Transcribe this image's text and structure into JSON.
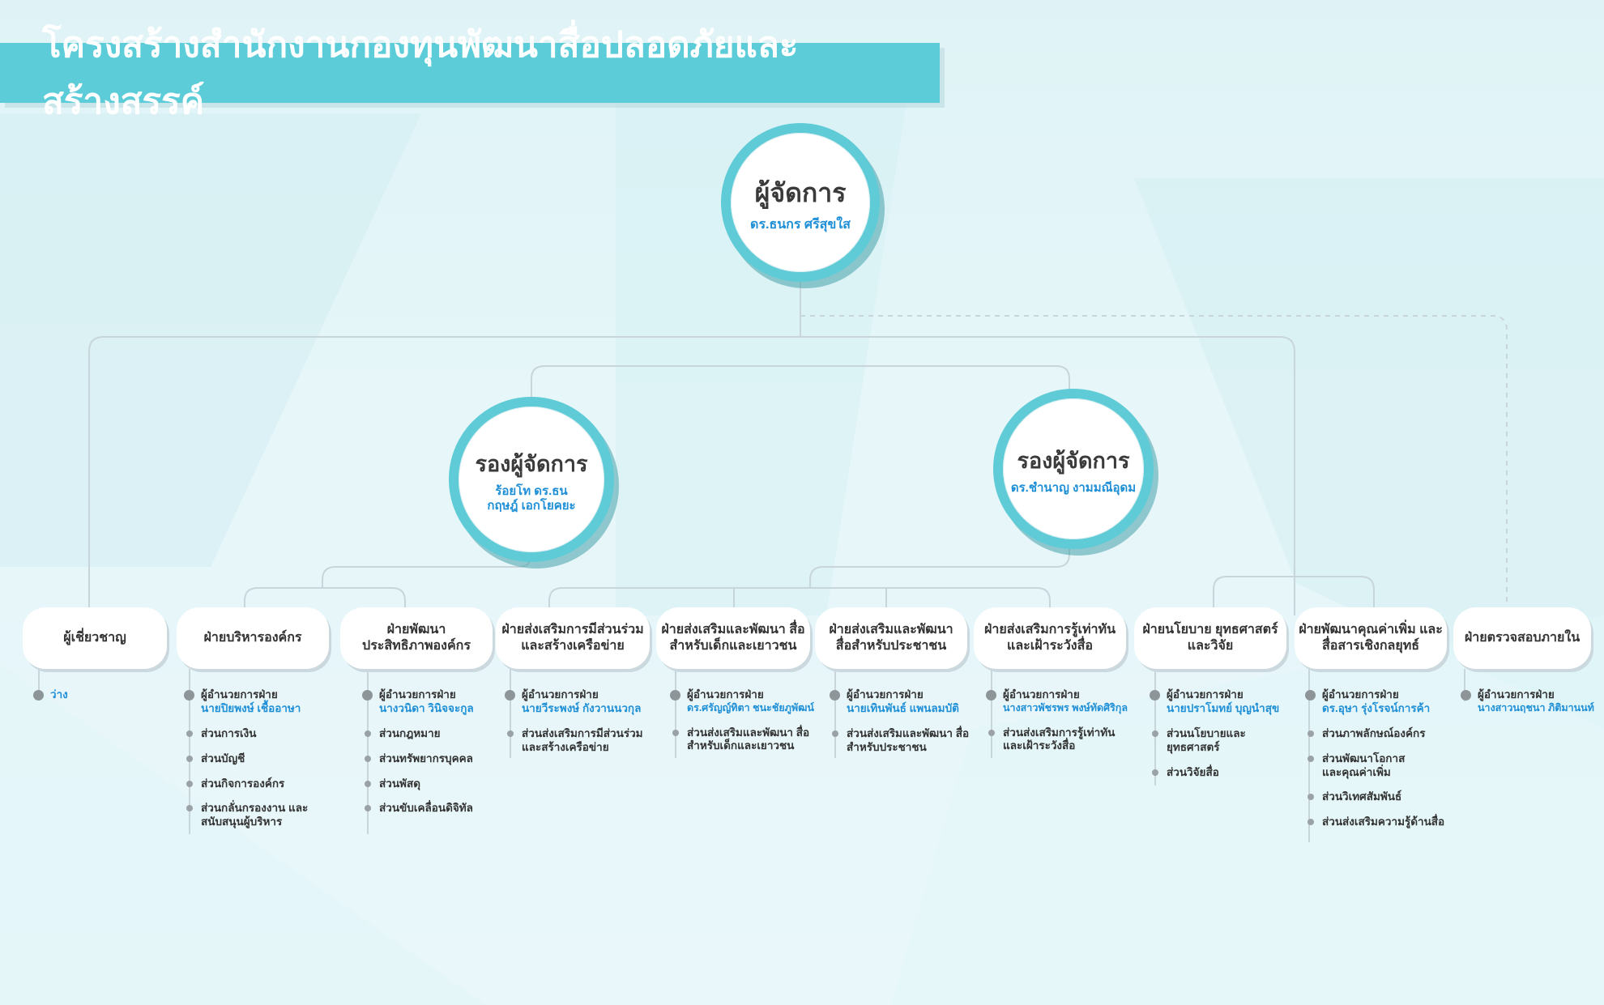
{
  "title": "โครงสร้างสำนักงานกองทุนพัฒนาสื่อปลอดภัยและสร้างสรรค์",
  "manager": {
    "role": "ผู้จัดการ",
    "name": "ดร.ธนกร ศรีสุขใส"
  },
  "deputies": [
    {
      "role": "รองผู้จัดการ",
      "name": "ร้อยโท ดร.ธนกฤษฎ์ เอกโยคยะ"
    },
    {
      "role": "รองผู้จัดการ",
      "name": "ดร.ชำนาญ งามมณีอุดม"
    }
  ],
  "departments": [
    {
      "title": "ผู้เชี่ยวชาญ",
      "head_label": "",
      "head_name": "ว่าง",
      "items": []
    },
    {
      "title": "ฝ่ายบริหารองค์กร",
      "head_label": "ผู้อำนวยการฝ่าย",
      "head_name": "นายปิยพงษ์ เชื้ออาษา",
      "items": [
        "ส่วนการเงิน",
        "ส่วนบัญชี",
        "ส่วนกิจการองค์กร",
        "ส่วนกลั่นกรองงาน และสนับสนุนผู้บริหาร"
      ]
    },
    {
      "title": "ฝ่ายพัฒนา ประสิทธิภาพองค์กร",
      "head_label": "ผู้อำนวยการฝ่าย",
      "head_name": "นางวนิดา วินิจจะกูล",
      "items": [
        "ส่วนกฎหมาย",
        "ส่วนทรัพยากรบุคคล",
        "ส่วนพัสดุ",
        "ส่วนขับเคลื่อนดิจิทัล"
      ]
    },
    {
      "title": "ฝ่ายส่งเสริมการมีส่วนร่วม และสร้างเครือข่าย",
      "head_label": "ผู้อำนวยการฝ่าย",
      "head_name": "นายวีระพงษ์ กังวานนวกุล",
      "items": [
        "ส่วนส่งเสริมการมีส่วนร่วม และสร้างเครือข่าย"
      ]
    },
    {
      "title": "ฝ่ายส่งเสริมและพัฒนา สื่อสำหรับเด็กและเยาวชน",
      "head_label": "ผู้อำนวยการฝ่าย",
      "head_name": "ดร.ศรัญญ์ทิตา ชนะชัยภูพัฒน์",
      "items": [
        "ส่วนส่งเสริมและพัฒนา สื่อสำหรับเด็กและเยาวชน"
      ]
    },
    {
      "title": "ฝ่ายส่งเสริมและพัฒนา สื่อสำหรับประชาชน",
      "head_label": "ผู้อำนวยการฝ่าย",
      "head_name": "นายเทินพันธ์ แพนลมบัติ",
      "items": [
        "ส่วนส่งเสริมและพัฒนา สื่อสำหรับประชาชน"
      ]
    },
    {
      "title": "ฝ่ายส่งเสริมการรู้เท่าทัน และเฝ้าระวังสื่อ",
      "head_label": "ผู้อำนวยการฝ่าย",
      "head_name": "นางสาวพัชรพร พงษ์ทัดศิริกุล",
      "items": [
        "ส่วนส่งเสริมการรู้เท่าทัน และเฝ้าระวังสื่อ"
      ]
    },
    {
      "title": "ฝ่ายนโยบาย ยุทธศาสตร์ และวิจัย",
      "head_label": "ผู้อำนวยการฝ่าย",
      "head_name": "นายปราโมทย์ บุญนำสุข",
      "items": [
        "ส่วนนโยบายและ ยุทธศาสตร์",
        "ส่วนวิจัยสื่อ"
      ]
    },
    {
      "title": "ฝ่ายพัฒนาคุณค่าเพิ่ม และสื่อสารเชิงกลยุทธ์",
      "head_label": "ผู้อำนวยการฝ่าย",
      "head_name": "ดร.อุษา รุ่งโรจน์การค้า",
      "items": [
        "ส่วนภาพลักษณ์องค์กร",
        "ส่วนพัฒนาโอกาส และคุณค่าเพิ่ม",
        "ส่วนวิเทศสัมพันธ์",
        "ส่วนส่งเสริมความรู้ด้านสื่อ"
      ]
    },
    {
      "title": "ฝ่ายตรวจสอบภายใน",
      "head_label": "ผู้อำนวยการฝ่าย",
      "head_name": "นางสาวนฤชนา ภิติมานนท์",
      "items": []
    }
  ],
  "colors": {
    "accent": "#5ccdd8",
    "name_blue": "#1f8fd6",
    "line": "#c8d6dc"
  }
}
